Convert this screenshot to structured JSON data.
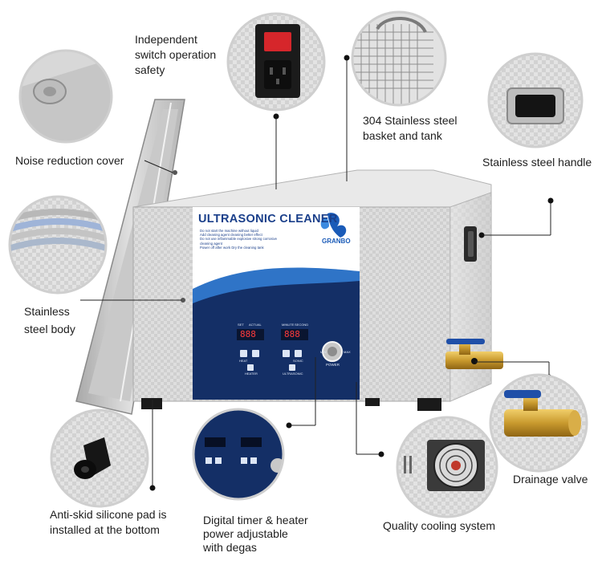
{
  "product": {
    "title": "ULTRASONIC CLEANER",
    "brand": "GRANBO",
    "warnings": [
      "Do not start the machine without liquid",
      "Add cleaning agent cleaning better effect",
      "Do not use inflammable explosive strong corrosive cleaning agent",
      "Power off after work Dry the cleaning tank"
    ],
    "display_left": "888",
    "display_right": "888",
    "panel_labels": {
      "set": "SET",
      "actual": "ACTUAL",
      "minute": "MINUTE",
      "second": "SECOND",
      "heat": "HEAT",
      "sonic": "SONIC",
      "heater": "HEATER",
      "ultrasonic": "ULTRASONIC",
      "min": "MIN",
      "max": "MAX",
      "power": "POWER"
    }
  },
  "callouts": {
    "switch": "Independent\nswitch operation\nsafety",
    "basket": "304 Stainless steel\nbasket and tank",
    "handle": "Stainless steel handle",
    "cover": "Noise reduction cover",
    "body": "Stainless\nsteel body",
    "pad": "Anti-skid silicone pad is\ninstalled at the bottom",
    "timer": "Digital timer & heater\npower adjustable\nwith degas",
    "cooling": "Quality cooling system",
    "valve": "Drainage valve"
  },
  "colors": {
    "panel_navy": "#142f66",
    "panel_wave": "#2f74c7",
    "brand_blue": "#1a5bb8",
    "steel": "#d4d4d4",
    "brass": "#c99a2e",
    "switch_red": "#d6262b",
    "valve_handle": "#1f4fa8"
  }
}
